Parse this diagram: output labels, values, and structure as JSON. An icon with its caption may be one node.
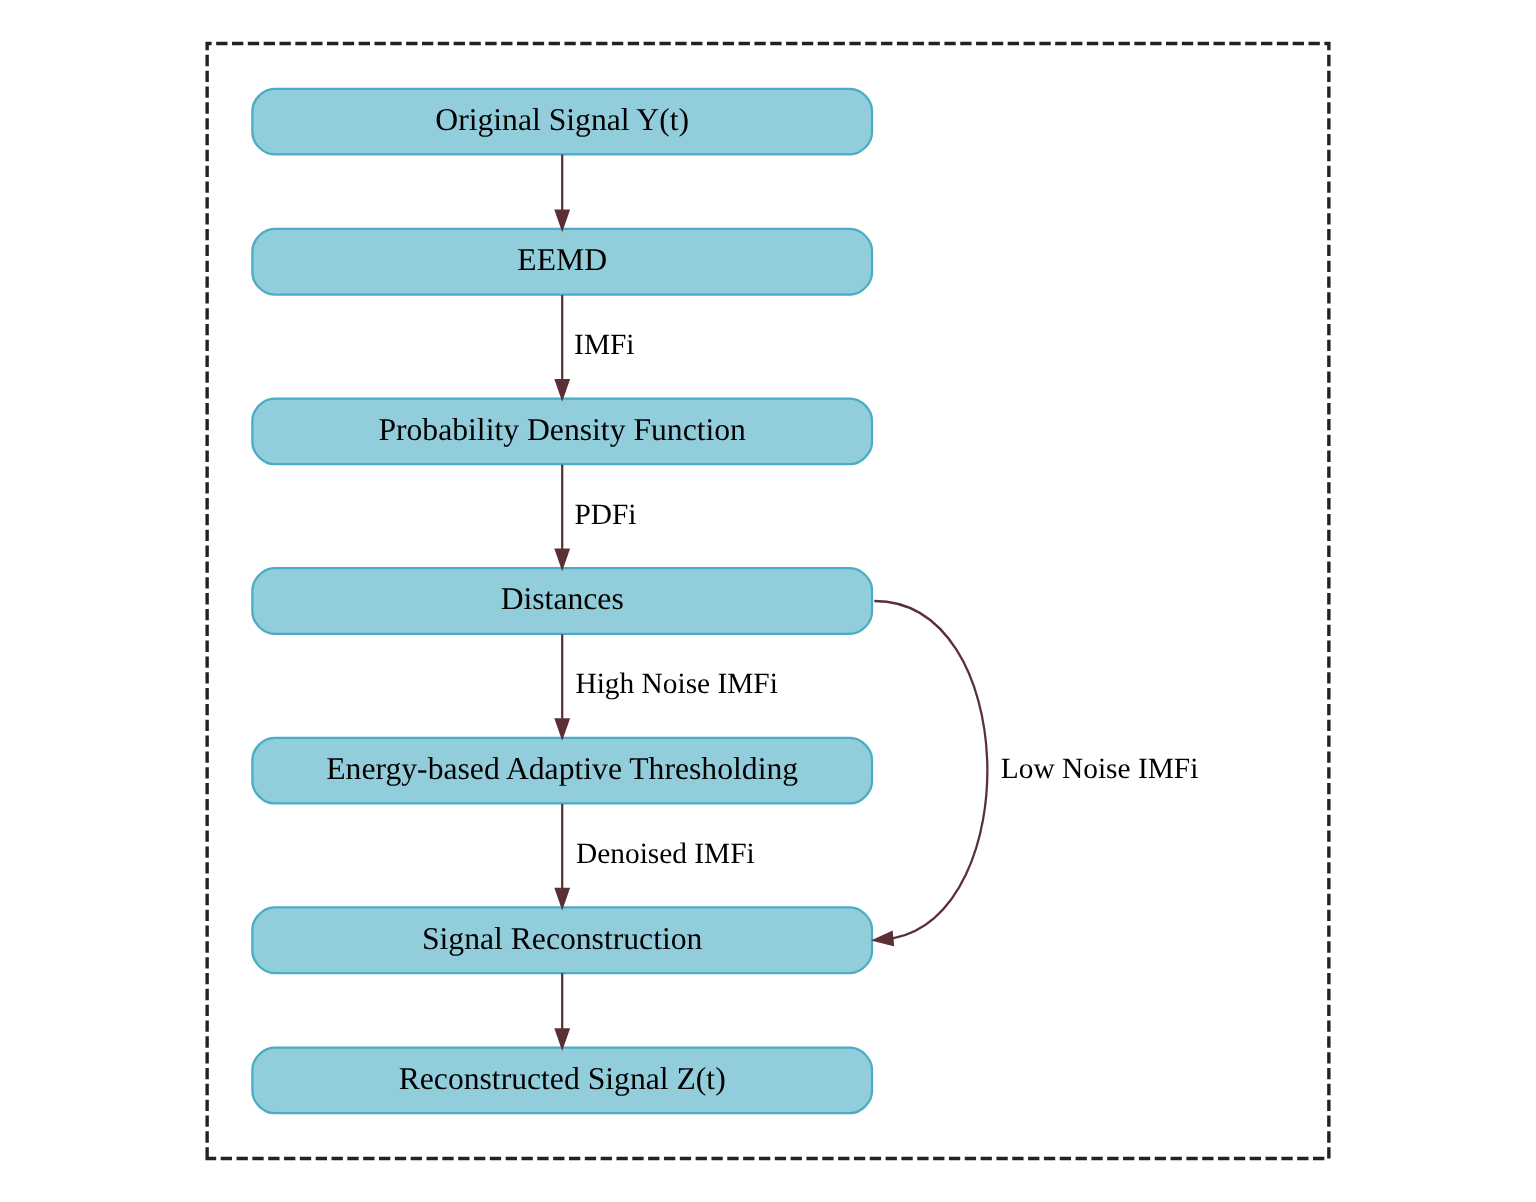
{
  "diagram": {
    "nodes": [
      {
        "text": [],
        "shape": "box"
      },
      {
        "text": [
          "Original Signal Y(t)"
        ],
        "in": 0
      },
      {
        "text": [
          "EEMD"
        ],
        "in": 0
      },
      {
        "text": [
          "Probability Density Function"
        ],
        "in": 0
      },
      {
        "text": [
          "Distances"
        ],
        "in": 0
      },
      {
        "text": [
          "Energy-based Adaptive Thresholding"
        ],
        "in": 0
      },
      {
        "text": [
          "Signal Reconstruction"
        ],
        "in": 0
      },
      {
        "text": [
          "Reconstructed Signal Z(t)"
        ],
        "in": 0
      }
    ],
    "edges": [
      {
        "from": 1,
        "to": 2,
        "arrow": "to"
      },
      {
        "from": 2,
        "to": 3,
        "arrow": "to",
        "label": "IMFi"
      },
      {
        "from": 3,
        "to": 4,
        "arrow": "to",
        "label": "PDFi"
      },
      {
        "from": 4,
        "to": 5,
        "arrow": "to",
        "label": "High Noise IMFi"
      },
      {
        "from": 5,
        "to": 6,
        "arrow": "to",
        "label": "Denoised IMFi"
      },
      {
        "from": 4,
        "to": 6,
        "arrow": "to",
        "label": "Low Noise IMFi"
      },
      {
        "from": 6,
        "to": 7,
        "arrow": "to"
      }
    ]
  }
}
